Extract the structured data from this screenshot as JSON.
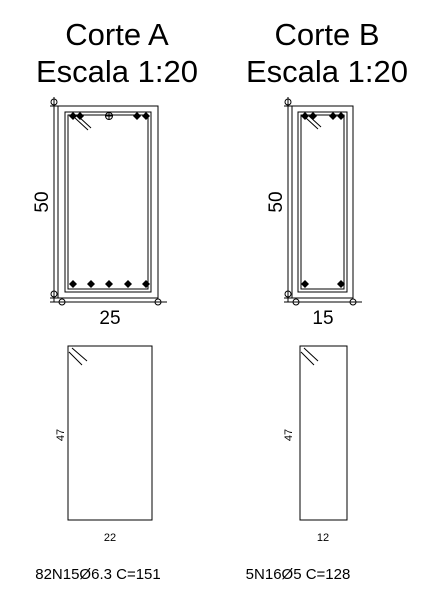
{
  "section_a": {
    "title": "Corte A",
    "scale": "Escala 1:20",
    "height_label": "50",
    "width_label": "25",
    "stirrup_height": "47",
    "stirrup_width": "22",
    "stirrup_spec": "82N15Ø6.3 C=151"
  },
  "section_b": {
    "title": "Corte B",
    "scale": "Escala 1:20",
    "height_label": "50",
    "width_label": "15",
    "stirrup_height": "47",
    "stirrup_width": "12",
    "stirrup_spec": "5N16Ø5 C=128"
  }
}
